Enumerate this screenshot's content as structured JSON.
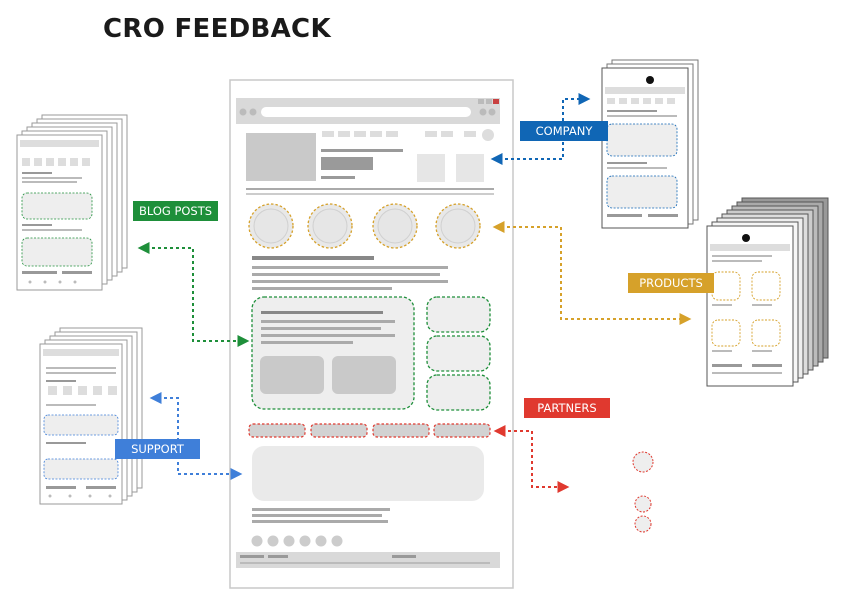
{
  "title": "CRO FEEDBACK",
  "labels": {
    "blog_posts": "BLOG POSTS",
    "support": "SUPPORT",
    "company": "COMPANY",
    "products": "PRODUCTS",
    "partners": "PARTNERS"
  },
  "colors": {
    "blog_posts": "#1e8f3a",
    "support": "#3f7fd9",
    "company": "#1066b5",
    "products": "#d6a12a",
    "partners": "#e0392f",
    "wire_gray": "#cfcfcf"
  }
}
